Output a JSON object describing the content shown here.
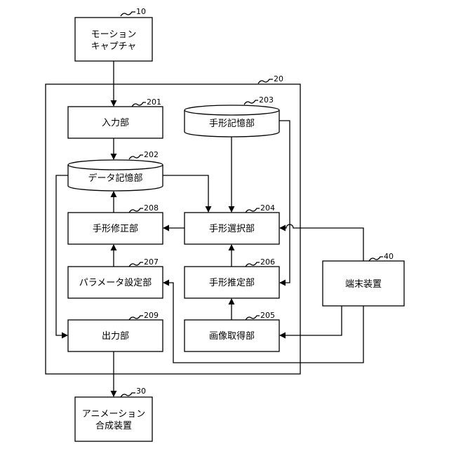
{
  "diagram": {
    "nodes": {
      "motion_capture": {
        "lines": [
          "モーション",
          "キャプチャ"
        ],
        "ref": "10"
      },
      "apparatus": {
        "ref": "20"
      },
      "input_unit": {
        "lines": [
          "入力部"
        ],
        "ref": "201"
      },
      "data_storage": {
        "lines": [
          "データ記憶部"
        ],
        "ref": "202"
      },
      "hand_shape_storage": {
        "lines": [
          "手形記憶部"
        ],
        "ref": "203"
      },
      "hand_shape_selection": {
        "lines": [
          "手形選択部"
        ],
        "ref": "204"
      },
      "image_acquisition": {
        "lines": [
          "画像取得部"
        ],
        "ref": "205"
      },
      "hand_shape_estimation": {
        "lines": [
          "手形推定部"
        ],
        "ref": "206"
      },
      "parameter_setting": {
        "lines": [
          "パラメータ設定部"
        ],
        "ref": "207"
      },
      "hand_shape_correction": {
        "lines": [
          "手形修正部"
        ],
        "ref": "208"
      },
      "output_unit": {
        "lines": [
          "出力部"
        ],
        "ref": "209"
      },
      "animation_synthesis": {
        "lines": [
          "アニメーション",
          "合成装置"
        ],
        "ref": "30"
      },
      "terminal_device": {
        "lines": [
          "端末装置"
        ],
        "ref": "40"
      }
    }
  }
}
